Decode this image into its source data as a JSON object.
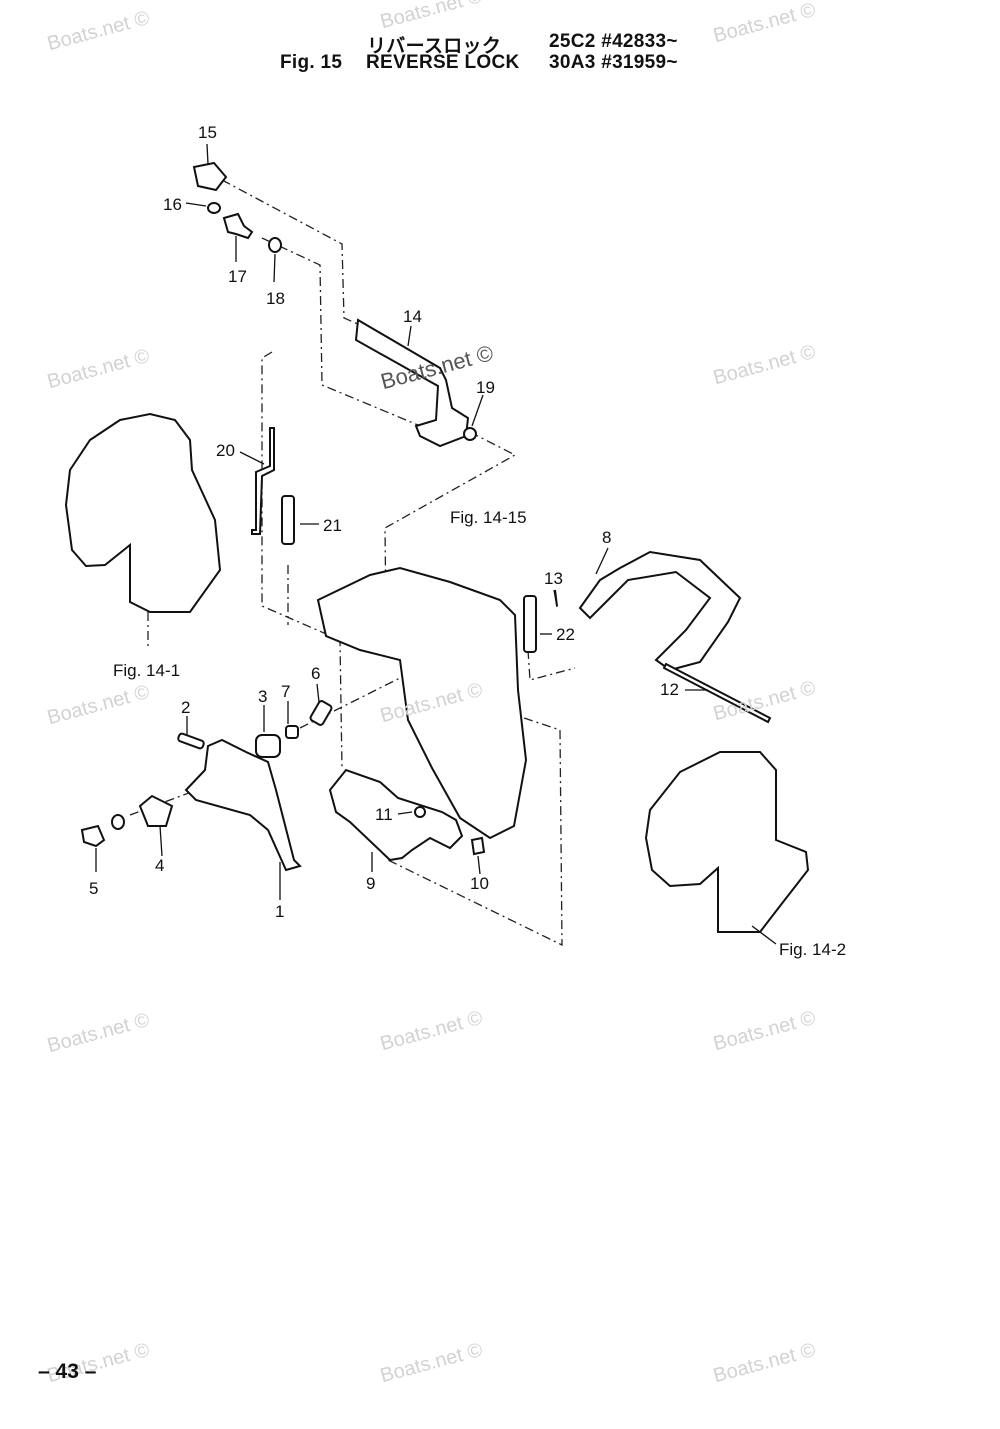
{
  "header": {
    "title_jp": "リバースロック",
    "figure_number": "Fig. 15",
    "title_en": "REVERSE LOCK",
    "model_1": "25C2 #42833~",
    "model_2": "30A3 #31959~"
  },
  "watermark": "Boats.net ©",
  "part_labels": [
    "1",
    "2",
    "3",
    "4",
    "5",
    "6",
    "7",
    "8",
    "9",
    "10",
    "11",
    "12",
    "13",
    "14",
    "15",
    "16",
    "17",
    "18",
    "19",
    "20",
    "21",
    "22"
  ],
  "figure_refs": {
    "fig_14_1": "Fig. 14-1",
    "fig_14_2": "Fig. 14-2",
    "fig_14_15": "Fig. 14-15"
  },
  "page_number": "– 43 –"
}
